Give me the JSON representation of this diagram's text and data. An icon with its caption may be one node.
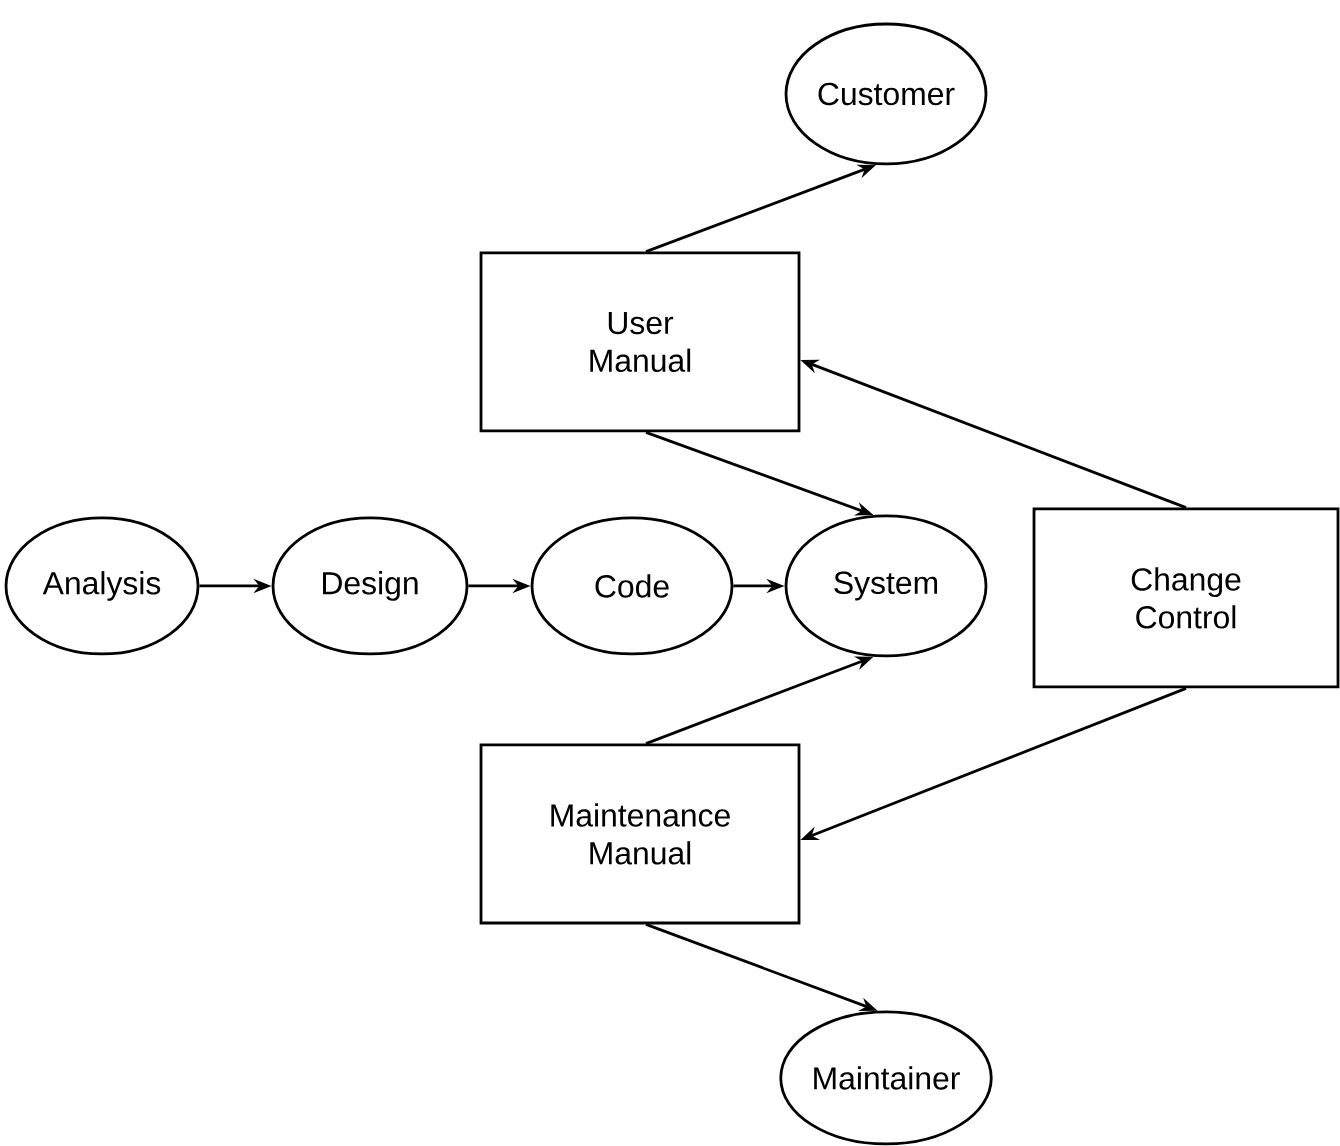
{
  "diagram": {
    "nodes": [
      {
        "text": [
          "Customer"
        ]
      },
      {
        "text": [
          "User Manual"
        ]
      },
      {
        "text": [
          "Analysis"
        ]
      },
      {
        "text": [
          "Design"
        ]
      },
      {
        "text": [
          "Code"
        ]
      },
      {
        "text": [
          "System"
        ]
      },
      {
        "text": [
          "Change Control"
        ]
      },
      {
        "text": [
          "Maintenance Manual"
        ]
      },
      {
        "text": [
          "Maintainer"
        ]
      }
    ],
    "edges": [
      {
        "from": 1,
        "to": 0,
        "arrow": "to"
      },
      {
        "from": 1,
        "to": 5,
        "arrow": "to"
      },
      {
        "from": 6,
        "to": 1,
        "arrow": "to"
      },
      {
        "from": 2,
        "to": 3,
        "arrow": "to"
      },
      {
        "from": 3,
        "to": 4,
        "arrow": "to"
      },
      {
        "from": 4,
        "to": 5,
        "arrow": "to"
      },
      {
        "from": 7,
        "to": 5,
        "arrow": "to"
      },
      {
        "from": 6,
        "to": 7,
        "arrow": "to"
      },
      {
        "from": 7,
        "to": 8,
        "arrow": "to"
      }
    ]
  }
}
